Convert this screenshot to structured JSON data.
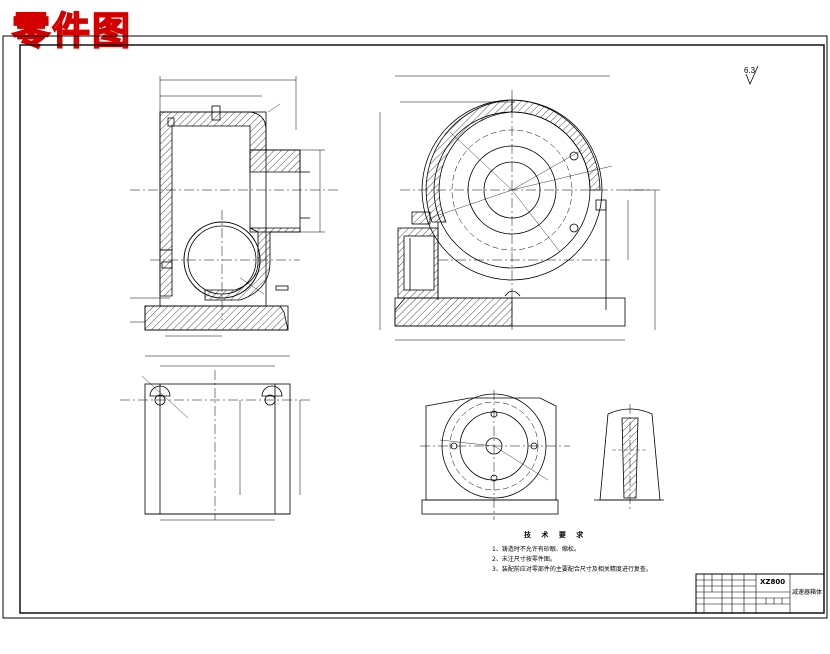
{
  "header": {
    "title": "零件图"
  },
  "annotations": {
    "roughness": "6.3"
  },
  "technical_requirements": {
    "title": "技 术 要 求",
    "items": [
      "1、铸造时不允许有砂眼、缩松。",
      "2、未注尺寸按零件图。",
      "3、装配前应对零部件的主要配合尺寸及相关精度进行复查。"
    ]
  },
  "title_block": {
    "code": "XZ800",
    "name": "减速器箱体"
  }
}
